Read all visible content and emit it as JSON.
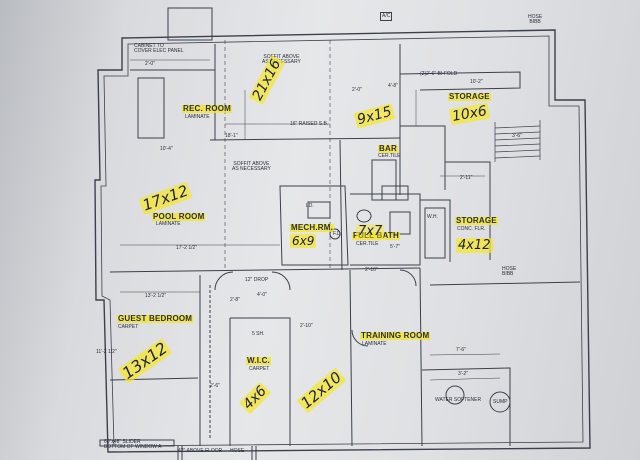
{
  "top_note": "A/C",
  "hose_bibb_top": "HOSE\nBIBB",
  "rooms": {
    "rec_room": {
      "name": "REC. ROOM",
      "floor": "LAMINATE",
      "size": "21x16"
    },
    "pool_room": {
      "name": "POOL ROOM",
      "floor": "LAMINATE",
      "size": "17x12"
    },
    "bar": {
      "name": "BAR",
      "floor": "CER.TILE",
      "size": "9x15"
    },
    "storage_top": {
      "name": "STORAGE",
      "size": "10x6"
    },
    "mech_rm": {
      "name": "MECH.RM.",
      "size": "6x9"
    },
    "full_bath": {
      "name": "FULL BATH",
      "floor": "CER.TILE",
      "size": "7x7"
    },
    "storage_right": {
      "name": "STORAGE",
      "floor": "CONC. FLR.",
      "size": "4x12"
    },
    "guest_bedroom": {
      "name": "GUEST BEDROOM",
      "floor": "CARPET",
      "size": "13x12"
    },
    "wic": {
      "name": "W.I.C.",
      "floor": "CARPET",
      "size": "4x6"
    },
    "training_room": {
      "name": "TRAINING ROOM",
      "floor": "LAMINATE",
      "size": "12x10"
    }
  },
  "notes": {
    "cabinet": "CABINET TO\nCOVER ELEC PANEL",
    "soffit_top": "SOFFIT ABOVE\nAS NECESSARY",
    "soffit_mid": "SOFFIT ABOVE\nAS NECESSARY",
    "raised_sb": "16\" RAISED S.B.",
    "bifold": "(2)2'-6\" BI-FOLD",
    "water_softener": "WATER SOFTENER",
    "sump": "SUMP",
    "slider": "60\"x48\" SLIDER\nBOTTOM OF WINDOW A",
    "above_floor": "42\" ABOVE FLOOR",
    "hose": "HOSE",
    "hose_bibb_right": "HOSE\nBIBB",
    "drop": "12\" DROP",
    "sh": "5 SH.",
    "fd": "F.D.",
    "wh": "W.H.",
    "ld": "LD."
  },
  "dims": {
    "d1": "2'-0\"",
    "d2": "18'-1\"",
    "d3": "2'-0\"",
    "d4": "4'-8\"",
    "d5": "10'-2\"",
    "d6": "17'-2 1/2\"",
    "d7": "13'-2 1/2\"",
    "d8": "2'-10\"",
    "d9": "2'-10\"",
    "d10": "7'-6\"",
    "d11": "2'-8\"",
    "d12": "4'-0\"",
    "d13": "2'-11\"",
    "d14": "10'-4\"",
    "d15": "3'-6\"",
    "d16": "11'-2 1/2\"",
    "d17": "5'-7\"",
    "d18": "2'-6\"",
    "d19": "3'-2\""
  }
}
